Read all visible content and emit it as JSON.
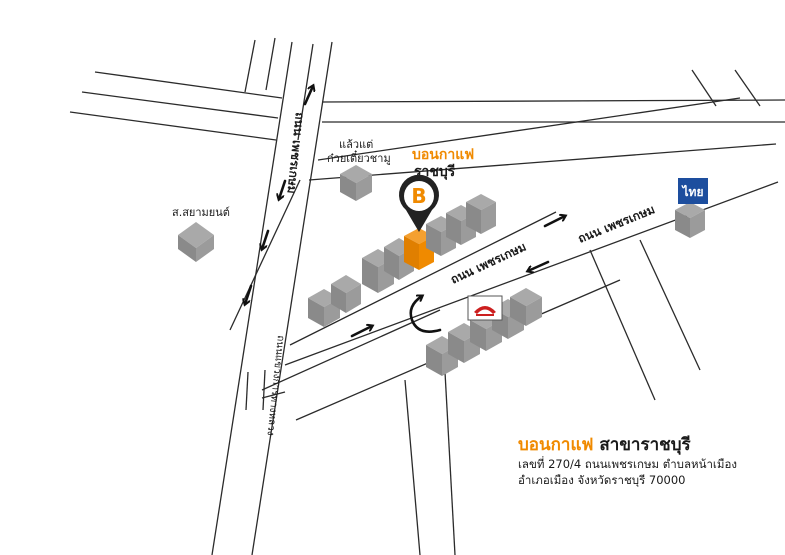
{
  "store": {
    "name_line1": "บอนกาแฟ",
    "name_line2": "ราชบุรี",
    "logo_letter": "B",
    "brand_color": "#f08a00"
  },
  "landmarks": {
    "noodle_shop_line1": "แล้วแต่",
    "noodle_shop_line2": "ก๋วยเตี๋ยวชามู",
    "car_shop": "ส.สยามยนต์",
    "bank_logo": "ไทย"
  },
  "roads": {
    "main_road_upper": "ถนน เพชรเกษม",
    "main_road_lower": "ถนน เพชรเกษม",
    "side_road_upper": "ถนน เพชรเกษม",
    "side_road_lower": "ถนนแขวงการทางหลวง"
  },
  "footer": {
    "brand": "บอนกาแฟ",
    "branch": "สาขาราชบุรี",
    "address_line1": "เลขที่ 270/4 ถนนเพชรเกษม ตำบลหน้าเมือง",
    "address_line2": "อำเภอเมือง จังหวัดราชบุรี 70000"
  },
  "colors": {
    "building_top": "#a9a9a9",
    "building_left": "#8a8a8a",
    "building_right": "#9b9b9b",
    "store_building": "#f08a00",
    "honda_red": "#cc1f1f"
  },
  "icons": [
    "location-pin-icon",
    "direction-arrow-icon",
    "u-turn-arrow-icon",
    "honda-logo-icon",
    "bank-logo-icon"
  ]
}
